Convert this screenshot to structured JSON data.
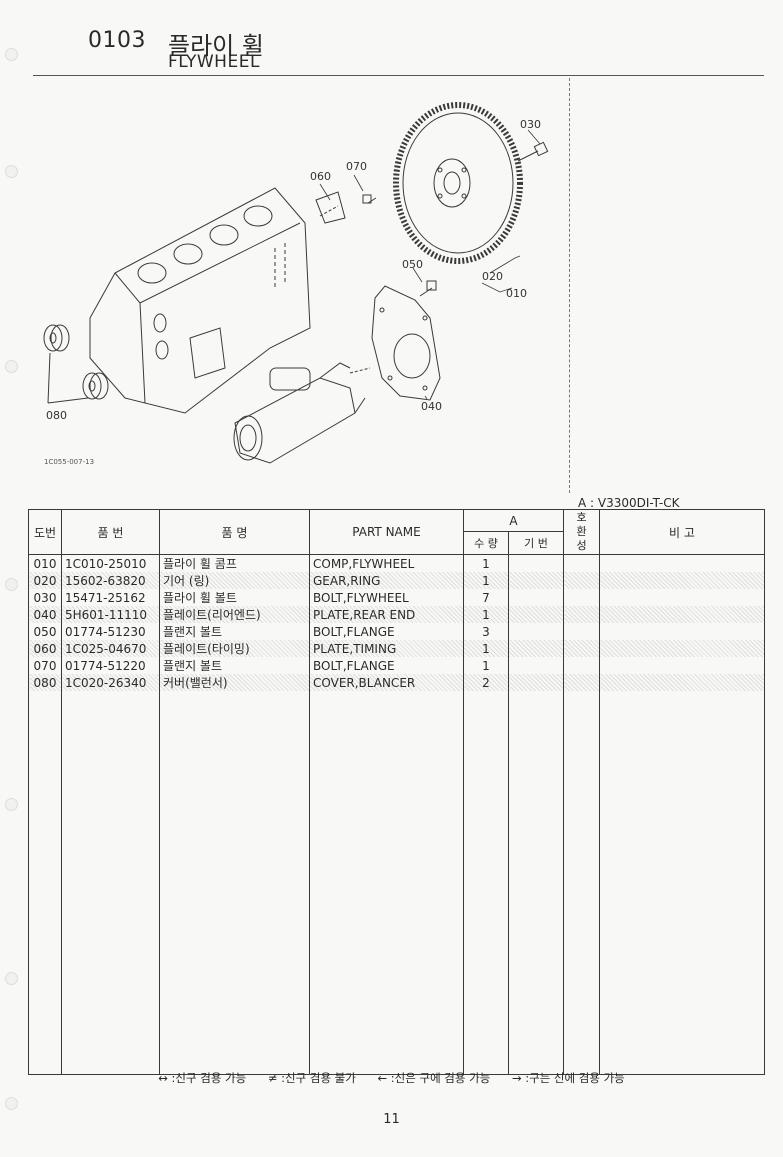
{
  "header": {
    "section_code": "0103",
    "title_ko": "플라이 휠",
    "title_en": "FLYWHEEL"
  },
  "diagram": {
    "drawing_code": "1C055-007-13",
    "callouts": [
      "030",
      "070",
      "060",
      "050",
      "020",
      "010",
      "080",
      "040"
    ]
  },
  "model_note": "A : V3300DI-T-CK",
  "table": {
    "headers": {
      "ref": "도번",
      "part_no": "품   번",
      "name_ko": "품      명",
      "part_name": "PART  NAME",
      "group_a": "A",
      "qty": "수 량",
      "flag": "기 번",
      "interchange": "호\n환\n성",
      "remarks": "비      고"
    },
    "rows": [
      {
        "ref": "010",
        "part_no": "1C010-25010",
        "name_ko": "플라이 휠 콤프",
        "part_name": "COMP,FLYWHEEL",
        "qty": "1"
      },
      {
        "ref": "020",
        "part_no": "15602-63820",
        "name_ko": "기어 (링)",
        "part_name": "GEAR,RING",
        "qty": "1"
      },
      {
        "ref": "030",
        "part_no": "15471-25162",
        "name_ko": "플라이 휠 볼트",
        "part_name": "BOLT,FLYWHEEL",
        "qty": "7"
      },
      {
        "ref": "040",
        "part_no": "5H601-11110",
        "name_ko": "플레이트(리어엔드)",
        "part_name": "PLATE,REAR END",
        "qty": "1"
      },
      {
        "ref": "050",
        "part_no": "01774-51230",
        "name_ko": "플랜지 볼트",
        "part_name": "BOLT,FLANGE",
        "qty": "3"
      },
      {
        "ref": "060",
        "part_no": "1C025-04670",
        "name_ko": "플레이트(타이밍)",
        "part_name": "PLATE,TIMING",
        "qty": "1"
      },
      {
        "ref": "070",
        "part_no": "01774-51220",
        "name_ko": "플랜지 볼트",
        "part_name": "BOLT,FLANGE",
        "qty": "1"
      },
      {
        "ref": "080",
        "part_no": "1C020-26340",
        "name_ko": "커버(밸런서)",
        "part_name": "COVER,BLANCER",
        "qty": "2"
      }
    ]
  },
  "legend": {
    "item1": "↔ :신구 겸용 가능",
    "item2": "≠ :신구 겸용 불가",
    "item3": "← :신은 구에 겸용 가능",
    "item4": "→ :구는 신에 겸용 가능"
  },
  "page_number": "11"
}
